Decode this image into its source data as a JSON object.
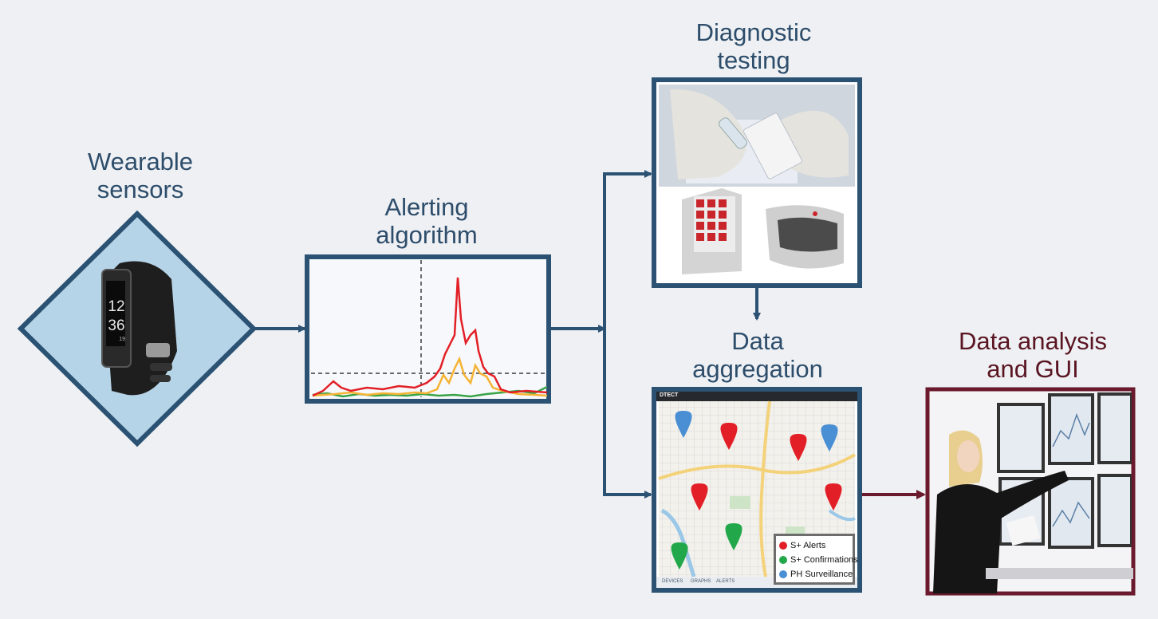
{
  "labels": {
    "wearable": [
      "Wearable",
      "sensors"
    ],
    "alerting": [
      "Alerting",
      "algorithm"
    ],
    "diagnostic": [
      "Diagnostic",
      "testing"
    ],
    "aggregation": [
      "Data",
      "aggregation"
    ],
    "analysis": [
      "Data analysis",
      "and GUI"
    ]
  },
  "watch": {
    "time_hour": "12",
    "time_min": "36",
    "date": "19"
  },
  "map": {
    "app_title": "DTECT",
    "tabs": [
      "DEVICES",
      "GRAPHS",
      "ALERTS"
    ],
    "legend": [
      {
        "label": "S+ Alerts",
        "color": "#e21f26"
      },
      {
        "label": "S+ Confirmations",
        "color": "#22a84a"
      },
      {
        "label": "PH Surveillance",
        "color": "#4a8fd4"
      }
    ]
  },
  "colors": {
    "flow": "#2b5273",
    "gui_flow": "#6b1a2d",
    "diamond_fill": "#b6d4e8",
    "series": [
      "#e21f26",
      "#f5b334",
      "#3aa348"
    ]
  },
  "icons": [
    "wearable-band-icon",
    "test-kit-photo",
    "map-pin-icon",
    "analyst-photo"
  ]
}
